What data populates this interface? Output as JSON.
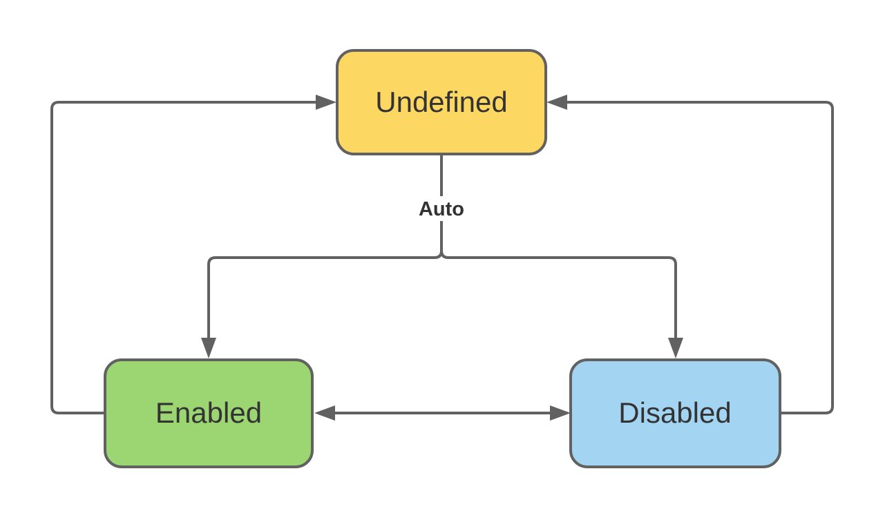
{
  "diagram": {
    "type": "state-diagram",
    "nodes": {
      "undefined": {
        "label": "Undefined",
        "fill": "#FCD863"
      },
      "enabled": {
        "label": "Enabled",
        "fill": "#9CD672"
      },
      "disabled": {
        "label": "Disabled",
        "fill": "#A3D5F2"
      }
    },
    "edges": {
      "auto_label": "Auto",
      "list": [
        {
          "from": "Undefined",
          "to": "Enabled",
          "label": "Auto"
        },
        {
          "from": "Undefined",
          "to": "Disabled",
          "label": "Auto"
        },
        {
          "from": "Enabled",
          "to": "Undefined",
          "label": ""
        },
        {
          "from": "Disabled",
          "to": "Undefined",
          "label": ""
        },
        {
          "from": "Enabled",
          "to": "Disabled",
          "label": ""
        },
        {
          "from": "Disabled",
          "to": "Enabled",
          "label": ""
        }
      ]
    }
  },
  "colors": {
    "stroke": "#616161",
    "text": "#333333",
    "background": "#FFFFFF"
  }
}
